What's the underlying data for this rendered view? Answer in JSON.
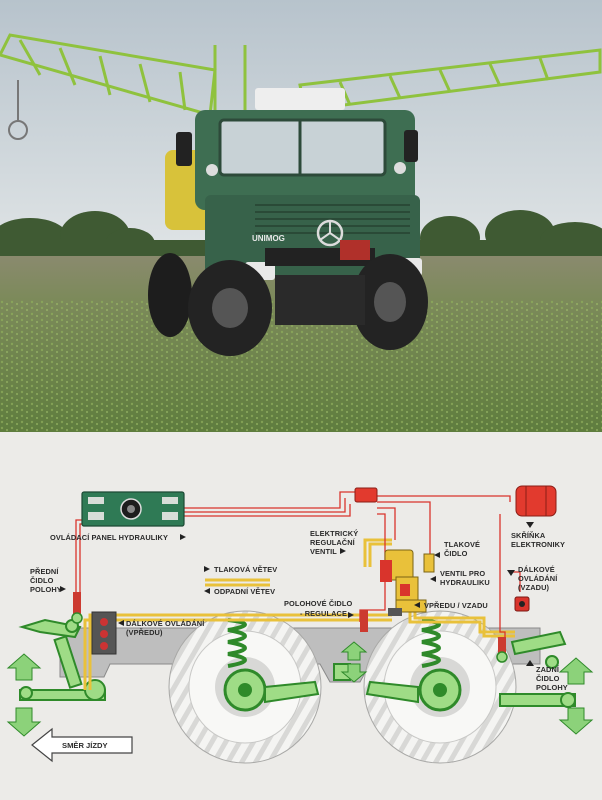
{
  "photo": {
    "vehicle_badge": "UNIMOG"
  },
  "diagram": {
    "labels": {
      "control_panel": "OVLÁDACÍ PANEL HYDRAULIKY",
      "electronics_box_1": "SKŘÍŇKA",
      "electronics_box_2": "ELEKTRONIKY",
      "electric_valve_1": "ELEKTRICKÝ",
      "electric_valve_2": "REGULAČNÍ",
      "electric_valve_3": "VENTIL",
      "pressure_sensor_1": "TLAKOVÉ",
      "pressure_sensor_2": "ČIDLO",
      "pressure_line": "TLAKOVÁ VĚTEV",
      "return_line": "ODPADNÍ VĚTEV",
      "front_sensor_1": "PŘEDNÍ",
      "front_sensor_2": "ČIDLO",
      "front_sensor_3": "POLOHY",
      "hydraulic_valve_1": "VENTIL PRO",
      "hydraulic_valve_2": "HYDRAULIKU",
      "front_rear": "VPŘEDU / VZADU",
      "rear_remote_1": "DÁLKOVÉ",
      "rear_remote_2": "OVLÁDÁNÍ",
      "rear_remote_3": "(VZADU)",
      "position_sensor_1": "POLOHOVÉ ČIDLO",
      "position_sensor_2": "- REGULACE",
      "front_remote_1": "DÁLKOVÉ OVLÁDÁNÍ",
      "front_remote_2": "(VPŘEDU)",
      "rear_sensor_1": "ZADNÍ",
      "rear_sensor_2": "ČIDLO",
      "rear_sensor_3": "POLOHY",
      "direction": "SMĚR JÍZDY"
    }
  },
  "colors": {
    "frame_green": "#2f7a2a",
    "field_green": "#6e8a4a",
    "sky": "#c9d3da",
    "hydraulic_yellow": "#e9c13a",
    "wire_red": "#d9342c",
    "machine_gray": "#bdbdbd",
    "highlight_green": "#8cd27a"
  }
}
